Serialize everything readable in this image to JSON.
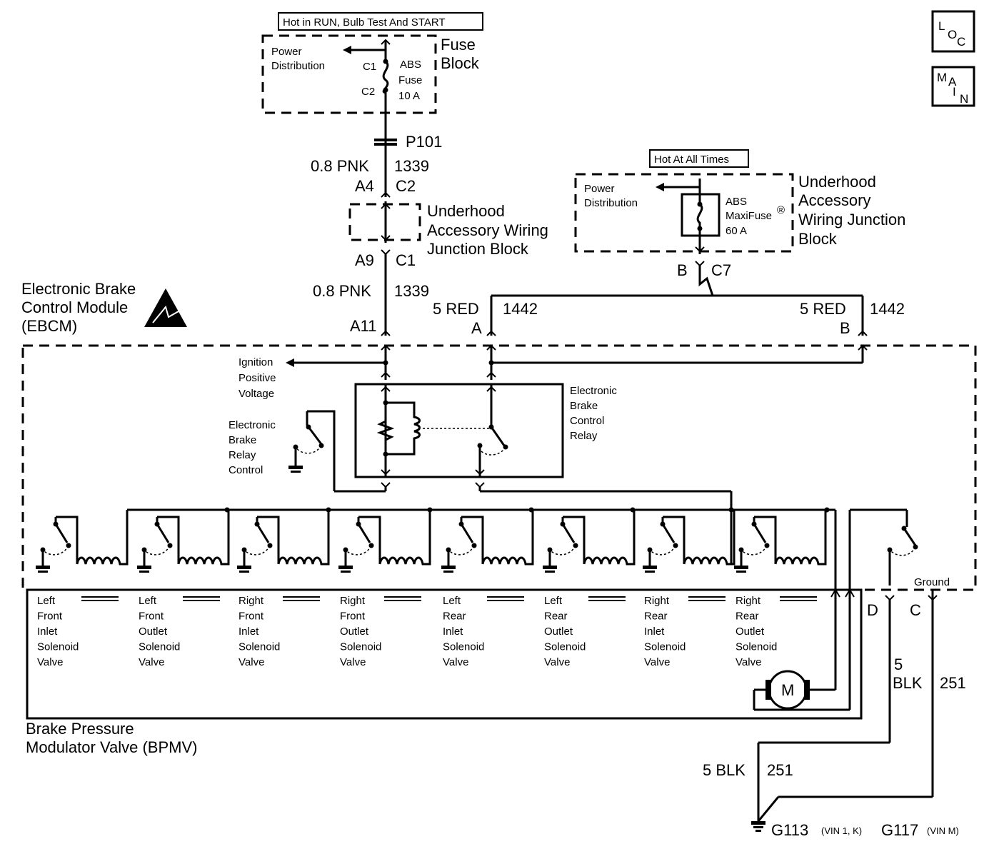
{
  "top_banner": "Hot in RUN, Bulb Test And START",
  "fuse_block": {
    "title_line1": "Fuse",
    "title_line2": "Block",
    "power_dist_line1": "Power",
    "power_dist_line2": "Distribution",
    "c1": "C1",
    "c2": "C2",
    "fuse_line1": "ABS",
    "fuse_line2": "Fuse",
    "fuse_line3": "10 A"
  },
  "p101": "P101",
  "wire_1339_upper": {
    "gauge": "0.8 PNK",
    "circuit": "1339"
  },
  "connector_a4": "A4",
  "connector_c2": "C2",
  "underhood_jb_left": {
    "line1": "Underhood",
    "line2": "Accessory Wiring",
    "line3": "Junction Block"
  },
  "connector_a9": "A9",
  "connector_c1": "C1",
  "wire_1339_lower": {
    "gauge": "0.8 PNK",
    "circuit": "1339"
  },
  "connector_a11": "A11",
  "hot_all_times": "Hot At All Times",
  "underhood_jb_right": {
    "power_dist_line1": "Power",
    "power_dist_line2": "Distribution",
    "fuse_line1": "ABS",
    "fuse_line2": "MaxiFuse",
    "fuse_registered": "®",
    "fuse_line3": "60 A",
    "title_line1": "Underhood",
    "title_line2": "Accessory",
    "title_line3": "Wiring Junction",
    "title_line4": "Block"
  },
  "connector_b_c7": {
    "pin": "B",
    "conn": "C7"
  },
  "wire_1442_a": {
    "gauge": "5 RED",
    "circuit": "1442",
    "pin": "A"
  },
  "wire_1442_b": {
    "gauge": "5 RED",
    "circuit": "1442",
    "pin": "B"
  },
  "ebcm": {
    "line1": "Electronic Brake",
    "line2": "Control Module",
    "line3": "(EBCM)"
  },
  "ignition": {
    "line1": "Ignition",
    "line2": "Positive",
    "line3": "Voltage"
  },
  "relay_control": {
    "line1": "Electronic",
    "line2": "Brake",
    "line3": "Relay",
    "line4": "Control"
  },
  "relay": {
    "line1": "Electronic",
    "line2": "Brake",
    "line3": "Control",
    "line4": "Relay"
  },
  "ground_label": "Ground",
  "valves": [
    {
      "l1": "Left",
      "l2": "Front",
      "l3": "Inlet",
      "l4": "Solenoid",
      "l5": "Valve"
    },
    {
      "l1": "Left",
      "l2": "Front",
      "l3": "Outlet",
      "l4": "Solenoid",
      "l5": "Valve"
    },
    {
      "l1": "Right",
      "l2": "Front",
      "l3": "Inlet",
      "l4": "Solenoid",
      "l5": "Valve"
    },
    {
      "l1": "Right",
      "l2": "Front",
      "l3": "Outlet",
      "l4": "Solenoid",
      "l5": "Valve"
    },
    {
      "l1": "Left",
      "l2": "Rear",
      "l3": "Inlet",
      "l4": "Solenoid",
      "l5": "Valve"
    },
    {
      "l1": "Left",
      "l2": "Rear",
      "l3": "Outlet",
      "l4": "Solenoid",
      "l5": "Valve"
    },
    {
      "l1": "Right",
      "l2": "Rear",
      "l3": "Inlet",
      "l4": "Solenoid",
      "l5": "Valve"
    },
    {
      "l1": "Right",
      "l2": "Rear",
      "l3": "Outlet",
      "l4": "Solenoid",
      "l5": "Valve"
    }
  ],
  "motor_label": "M",
  "bpmv": {
    "line1": "Brake Pressure",
    "line2": "Modulator Valve (BPMV)"
  },
  "pin_d": "D",
  "pin_c": "C",
  "wire_d_right": {
    "l1": "5",
    "l2": "BLK",
    "circuit": "251"
  },
  "wire_ground": {
    "gauge": "5 BLK",
    "circuit": "251"
  },
  "ground_g113": "G113",
  "ground_g113_note": "(VIN 1, K)",
  "ground_g117": "G117",
  "ground_g117_note": "(VIN M)",
  "loc_icon": {
    "a": "L",
    "b": "O",
    "c": "C"
  },
  "main_icon": {
    "a": "M",
    "b": "A",
    "c": "I",
    "d": "N"
  }
}
